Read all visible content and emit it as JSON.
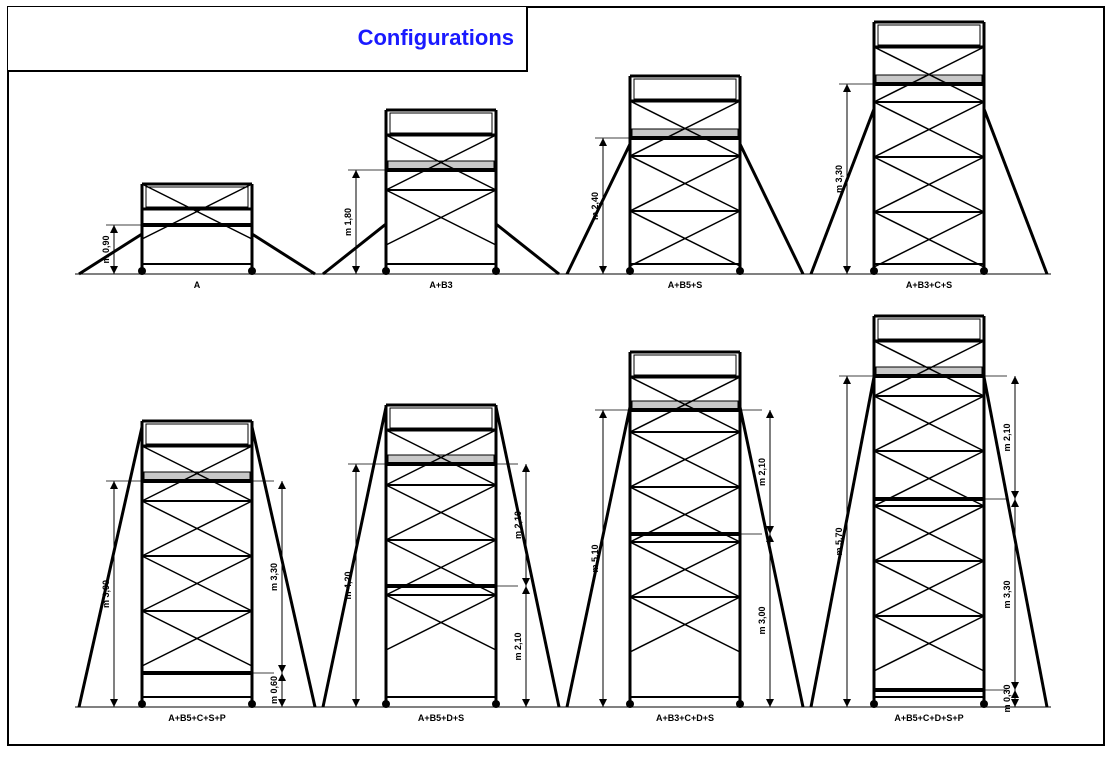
{
  "title": "Configurations",
  "colors": {
    "title": "#1a1aff",
    "frame": "#000000",
    "platform": "#c8c8c8"
  },
  "configurations": [
    {
      "label": "A",
      "dims": [
        "m 0,90"
      ]
    },
    {
      "label": "A+B3",
      "dims": [
        "m 1,80"
      ]
    },
    {
      "label": "A+B5+S",
      "dims": [
        "m 2,40"
      ]
    },
    {
      "label": "A+B3+C+S",
      "dims": [
        "m 3,30"
      ]
    },
    {
      "label": "A+B5+C+S+P",
      "dims": [
        "m 3,90",
        "m 3,30",
        "m 0,60"
      ]
    },
    {
      "label": "A+B5+D+S",
      "dims": [
        "m 4,20",
        "m 2,10",
        "m 2,10"
      ]
    },
    {
      "label": "A+B3+C+D+S",
      "dims": [
        "m 5,10",
        "m 2,10",
        "m 3,00"
      ]
    },
    {
      "label": "A+B5+C+D+S+P",
      "dims": [
        "m 5,70",
        "m 2,10",
        "m 3,30",
        "m 0,30"
      ]
    }
  ]
}
